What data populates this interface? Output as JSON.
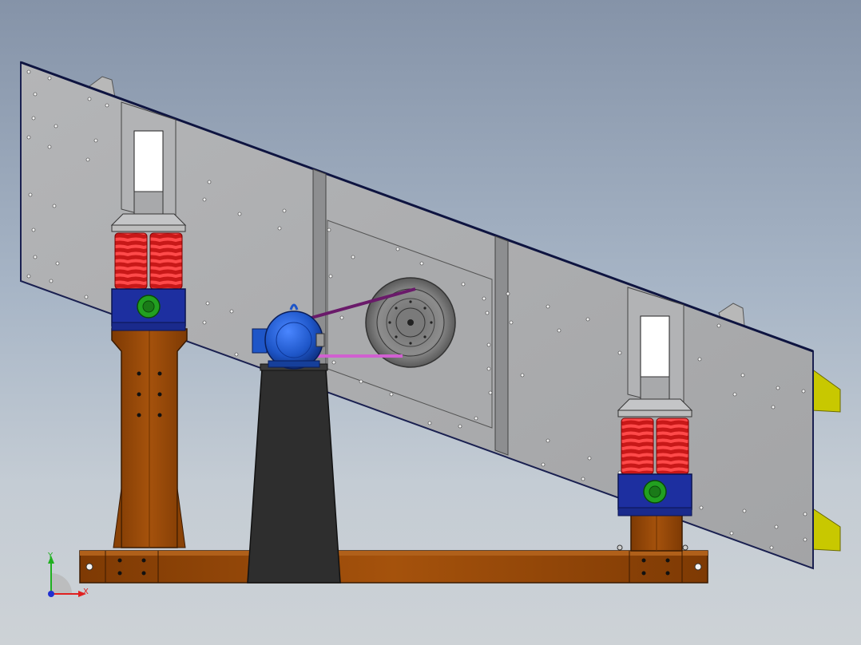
{
  "viewport": {
    "background_top": "#8593a8",
    "background_bottom": "#cdd2d6"
  },
  "model": {
    "parts": [
      "screen-box",
      "support-spring",
      "support-column",
      "base-frame",
      "motor",
      "motor-pedestal",
      "vibrator-pulley",
      "drive-belt",
      "discharge-chute"
    ],
    "colors": {
      "screen_plate": "#aeafb1",
      "steel_frame": "#9a4a08",
      "spring": "#e02020",
      "mount": "#1d2fa0",
      "bushing": "#22a020",
      "motor": "#1e56c8",
      "pedestal": "#2e2e2e",
      "belt": "#c04ec0",
      "chute": "#c8c800"
    }
  },
  "triad": {
    "x_label": "X",
    "y_label": "Y",
    "x_color": "#e02020",
    "y_color": "#20b020",
    "z_color": "#2030d0"
  }
}
